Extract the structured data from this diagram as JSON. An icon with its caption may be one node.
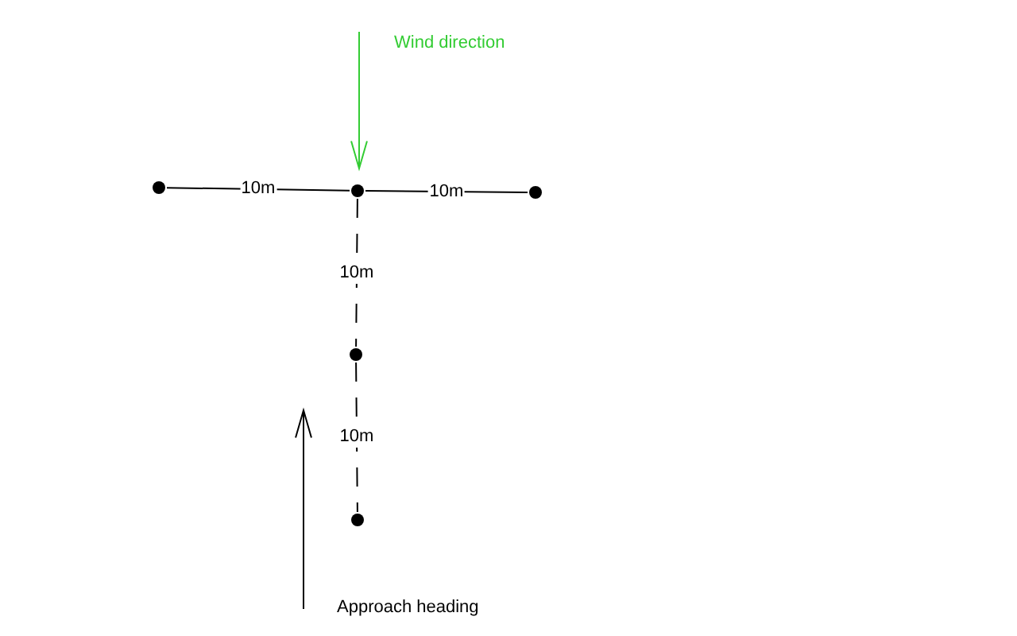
{
  "diagram": {
    "nodes": [
      {
        "text": [],
        "shape": "circle"
      },
      {
        "text": [],
        "shape": "circle"
      },
      {
        "text": [],
        "shape": "circle"
      },
      {
        "text": [],
        "shape": "circle"
      },
      {
        "text": [],
        "shape": "circle"
      }
    ],
    "edges": [
      {
        "from": 0,
        "to": 1,
        "arrow": "none",
        "label": "10m"
      },
      {
        "from": 1,
        "to": 2,
        "arrow": "none",
        "label": "10m"
      },
      {
        "from": 1,
        "to": 3,
        "arrow": "none",
        "label": "10m",
        "style": "dashed"
      },
      {
        "from": 3,
        "to": 4,
        "arrow": "none",
        "label": "10m",
        "style": "dashed"
      }
    ],
    "labels": [
      "Wind direction",
      "Approach heading"
    ]
  }
}
